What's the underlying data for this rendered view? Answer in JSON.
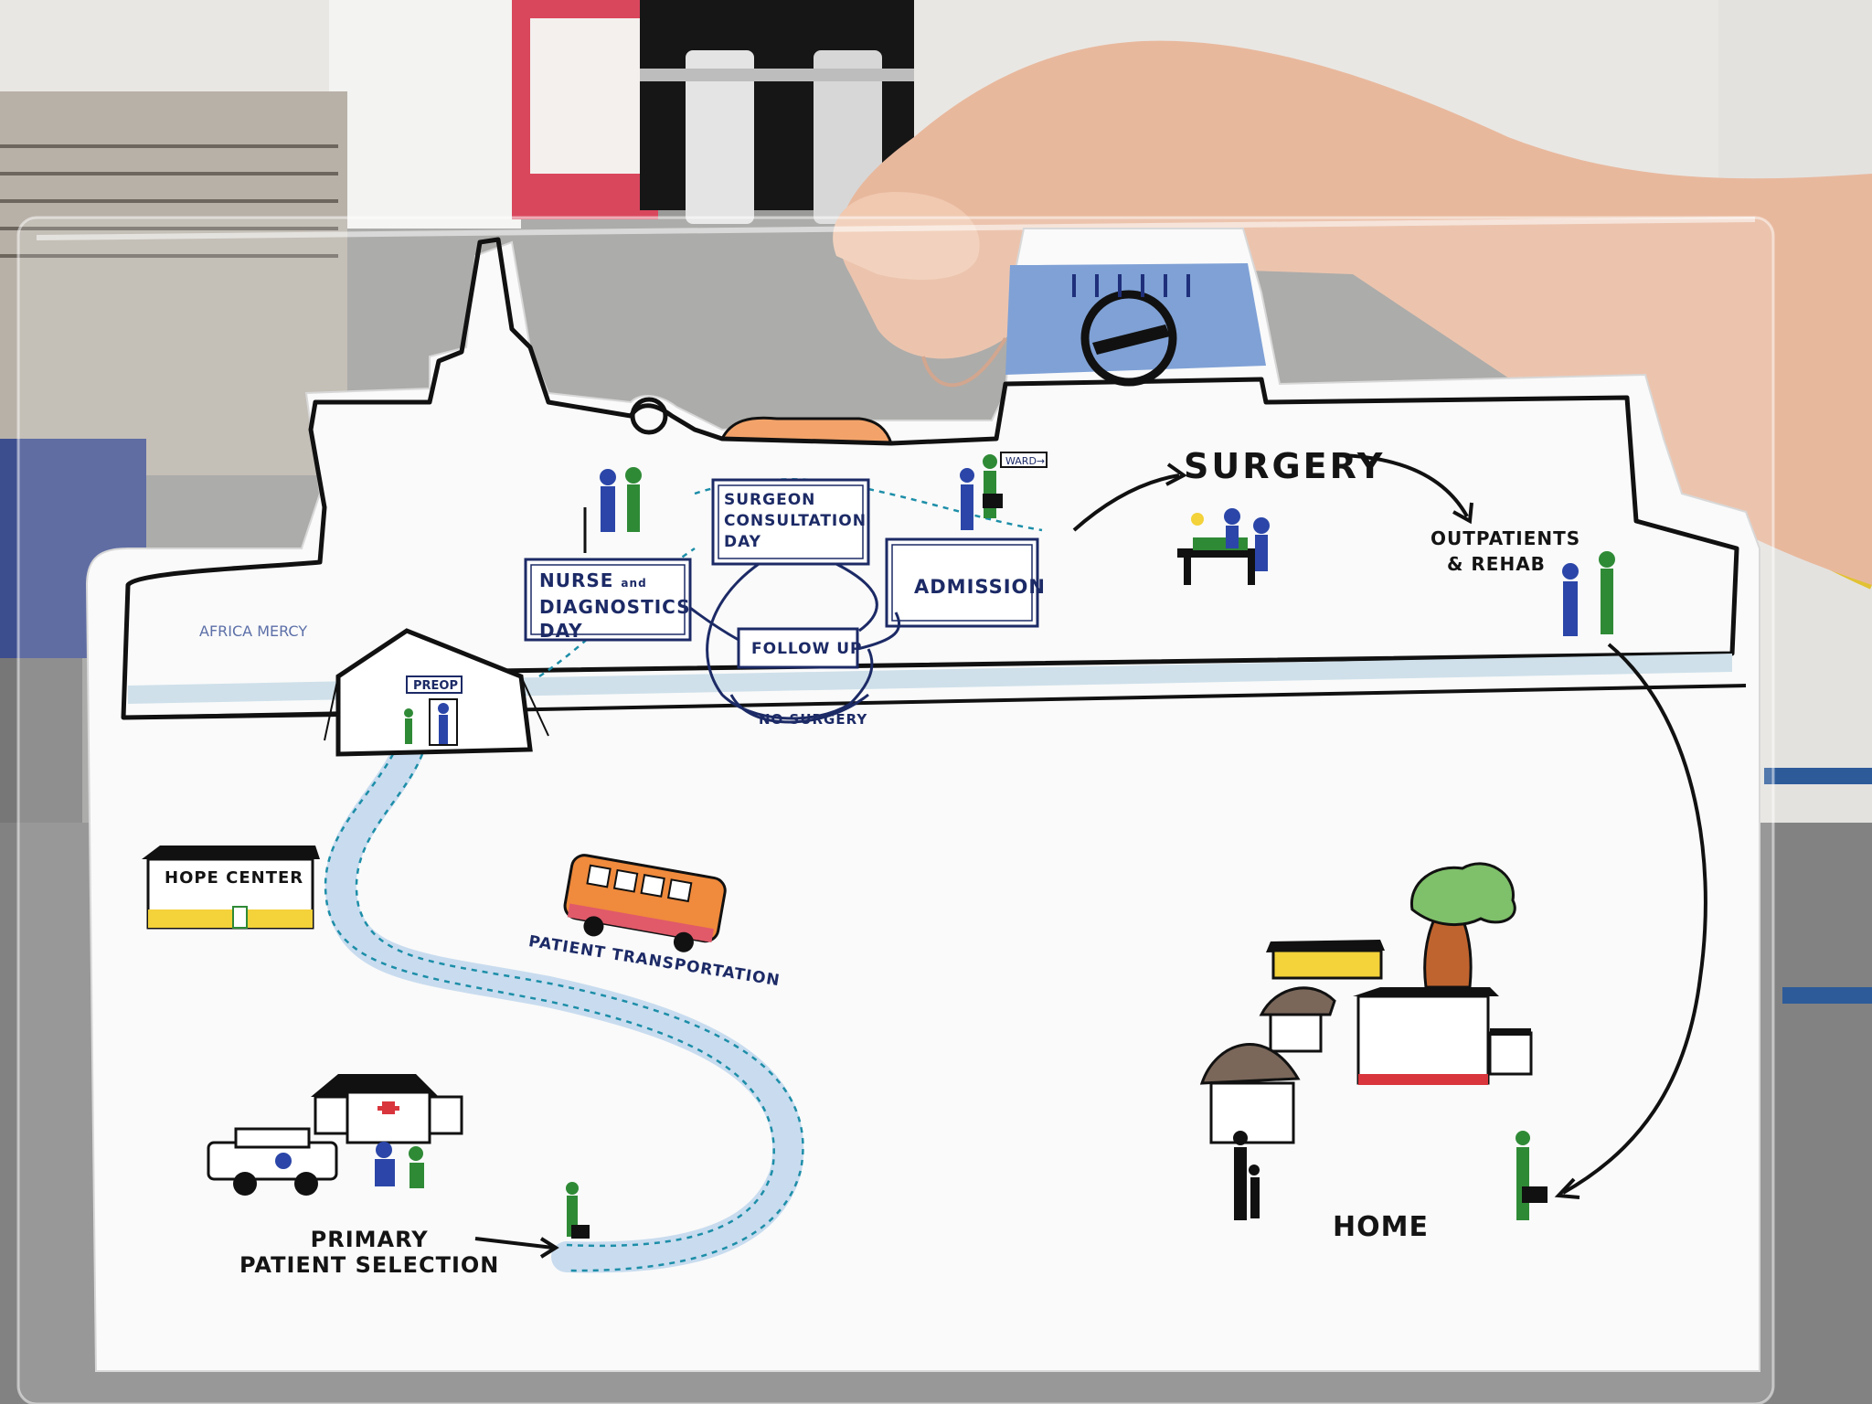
{
  "ship": {
    "name_on_hull": "AFRICA MERCY",
    "ward_sign": "WARD→",
    "colors": {
      "funnel": "#7fa1d6",
      "hull_outline": "#111111",
      "water": "#cfe0ea"
    }
  },
  "stations": {
    "preop": "PREOP",
    "nurse_day": [
      "NURSE",
      "and",
      "DIAGNOSTICS",
      "DAY"
    ],
    "surgeon_day": [
      "SURGEON",
      "CONSULTATION",
      "DAY"
    ],
    "admission": "ADMISSION",
    "follow_up": "FOLLOW UP",
    "no_surgery": "NO SURGERY",
    "surgery": "SURGERY",
    "outpatients": [
      "OUTPATIENTS",
      "& REHAB"
    ]
  },
  "land": {
    "hope_center": "HOPE CENTER",
    "transport": "PATIENT TRANSPORTATION",
    "selection": [
      "PRIMARY",
      "PATIENT SELECTION"
    ],
    "home": "HOME"
  },
  "colors": {
    "ink": "#1c2a66",
    "patient_green": "#2f8a36",
    "staff_blue": "#2b46a8",
    "bus_orange": "#f08a3c",
    "house_yellow": "#f3d23a",
    "tree_green": "#7fc06a",
    "tree_trunk": "#c0642f",
    "path_blue": "#c9dcef"
  }
}
